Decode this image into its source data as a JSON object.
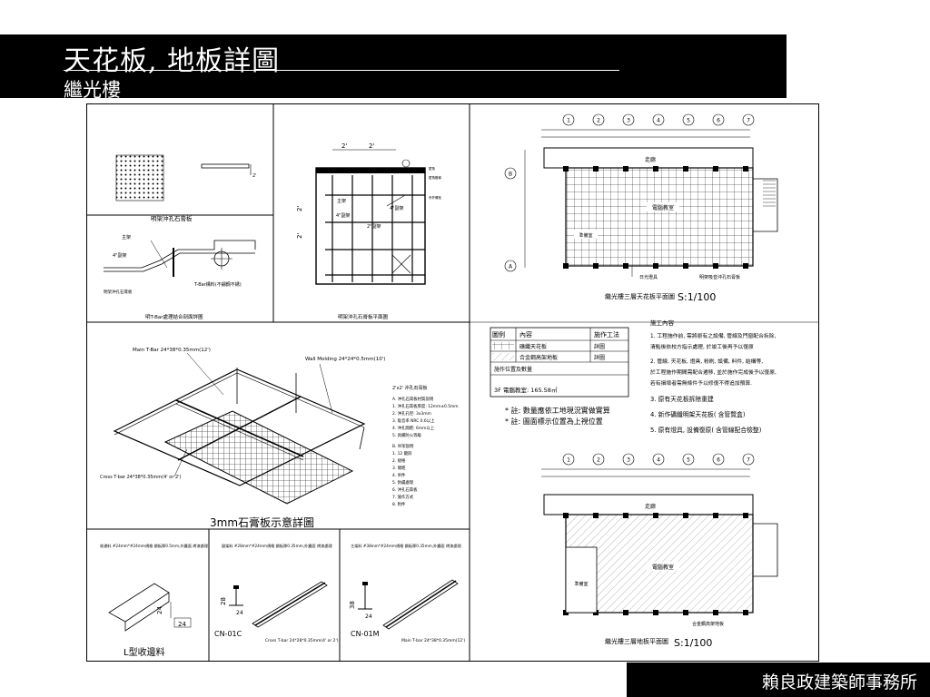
{
  "header": {
    "title": "天花板, 地板詳圖",
    "subtitle": "繼光樓"
  },
  "footer": {
    "firm": "賴良政建築師事務所"
  },
  "drawings": {
    "panel_perforated": "明架沖孔石膏板",
    "panel_tbar_section": "明T-Bar處理結合剖面詳圖",
    "panel_grid_plan": "明架沖孔石膏板平面圖",
    "label_main": "主架",
    "label_fourway": "4\"副架",
    "label_tbar": "T-Bar構料(不鏽鋼不銹)",
    "label_perf_board": "明架沖孔石膏板",
    "dim_2": "2'",
    "dim_2b": "2'",
    "label_tbar_main": "Main T-Bar 24*38*0.35mm(12')",
    "label_wall_molding": "Wall Molding 24*24*0.5mm(10')",
    "label_cross_tbar": "Cross T-bar 24*38*0.35mm(4' or 2')",
    "label_3mm": "3mm石膏板示意詳圖",
    "spec_title": "2'x2' 沖孔石膏板",
    "spec_items": [
      "A. 沖孔石膏板材質說明",
      "1. 沖孔石膏板厚度: 12mm±0.5mm",
      "2. 沖孔孔徑: 3x3mm",
      "3. 吸音率 NRC 0.6以上",
      "4. 沖孔間距: 6mm以上",
      "5. 具備防火等級",
      "B. 吊架說明",
      "1. 12 鍍鋅",
      "2. 規格",
      "3. 間距",
      "4. 吊件",
      "5. 防鏽處理",
      "6. 沖孔石膏板",
      "7. 施作方式",
      "8. 附件"
    ],
    "profile1_spec": "收邊料 #24mm*#24mm規格 鋼板厚0.5mm,外露面 烤漆處理",
    "profile1_dim": "24",
    "profile1_dim2": "24",
    "profile1_caption": "L型收邊料",
    "profile2_spec": "副架料 #28mm*#24mm規格 鋼板厚0.35mm,外露面 烤漆處理",
    "profile2_dim": "28",
    "profile2_dim2": "24",
    "profile2_code": "CN-01C",
    "profile2_caption": "Cross T-bar 24*28*0.35mm(4' or 2')",
    "profile3_spec": "主架料 #38mm*#24mm規格 鋼板厚0.35mm,外露面 烤漆處理",
    "profile3_dim": "38",
    "profile3_dim2": "24",
    "profile3_code": "CN-01M",
    "profile3_caption": "Main T-bar 24*38*0.35mm(12')",
    "grid_numbers": [
      "1",
      "2",
      "3",
      "4",
      "5",
      "6",
      "7"
    ],
    "axis_b": "B",
    "axis_a": "A",
    "ceiling_corridor": "走廊",
    "ceiling_room": "電腦教室",
    "ceiling_prep": "準備室",
    "ceiling_caption": "繼光樓三層天花板平面圖",
    "ceiling_scale": "S:1/100",
    "ceiling_lamp": "日光燈具",
    "ceiling_board": "明架吸音沖孔石膏板",
    "legend_headers": [
      "圖例",
      "內容",
      "施作工法"
    ],
    "legend_rows": [
      [
        "",
        "礦纖天花板",
        "詳圖"
      ],
      [
        "",
        "合金鋼高架地板",
        "詳圖"
      ]
    ],
    "legend_total_label": "施作位置及數量",
    "legend_total": "3F 電腦教室: 165.58㎡",
    "legend_note1": "* 註: 數量應依工地現況實做實算",
    "legend_note2": "* 註: 圖面標示位置為上視位置",
    "notes_title": "施工內容",
    "notes": [
      "1. 工程施作前, 需將原有之設備, 管線及門窗配合拆除,",
      "    清點後依校方指示處理, 於竣工後再予以復原",
      "2. 管線, 天花板, 燈具, 粉刷, 設備, 料件, 結構等,",
      "    於工程施作期間需配合遷移, 並於施作完成後予以復原,",
      "    若有損壞者需無條件予以修復不得追加預算.",
      "3. 原有天花板拆除重建",
      "4. 新作礦纖明架天花板( 含管覽盒)",
      "5. 原有燈具, 設備復原( 含管線配合檢整)"
    ],
    "floor_corridor": "走廊",
    "floor_room": "電腦教室",
    "floor_prep": "準備室",
    "floor_caption": "繼光樓三層地板平面圖",
    "floor_scale": "S:1/100",
    "floor_board": "合金鋼高架地板"
  }
}
